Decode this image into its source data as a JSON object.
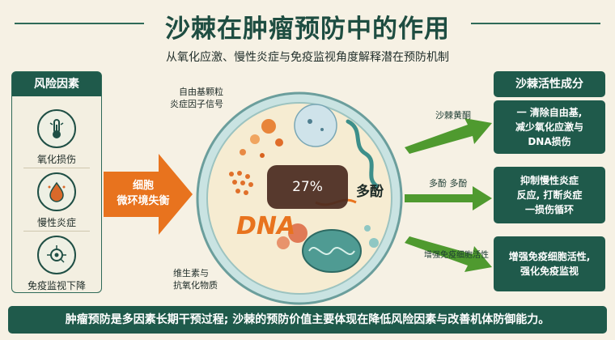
{
  "title": "沙棘在肿瘤预防中的作用",
  "subtitle": "从氧化应激、慢性炎症与免疫监视角度解释潜在预防机制",
  "left_panel": {
    "heading": "风险因素",
    "items": [
      {
        "label": "氧化损伤",
        "icon": "thermometer-icon"
      },
      {
        "label": "慢性炎症",
        "icon": "flame-drop-icon"
      },
      {
        "label": "免疫监视下降",
        "icon": "immune-cell-icon"
      }
    ]
  },
  "arrow_text": {
    "line1": "细胞",
    "line2": "微环境失衡"
  },
  "cell": {
    "annot_top_line1": "自由基颗粒",
    "annot_top_line2": "炎症因子信号",
    "annot_bottom_line1": "维生素与",
    "annot_bottom_line2": "抗氧化物质",
    "dna_text": "DNA",
    "badge": "27%",
    "side_mark": "多酚"
  },
  "arrows": [
    {
      "label": "沙棘黄酮"
    },
    {
      "label": "多酚  多酚"
    },
    {
      "label": "增强免疫细胞活性"
    }
  ],
  "right_panel": {
    "heading": "沙棘活性成分",
    "cards": [
      {
        "line1": "一 清除自由基,",
        "line2": "减少氧化应激与",
        "line3": "DNA损伤"
      },
      {
        "line1": "抑制慢性炎症",
        "line2": "反应, 打断炎症",
        "line3": "一损伤循环"
      },
      {
        "line1": "增强免疫细胞活性,",
        "line2": "强化免疫监视",
        "line3": ""
      }
    ]
  },
  "footer": "肿瘤预防是多因素长期干预过程; 沙棘的预防价值主要体现在降低风险因素与改善机体防御能力。",
  "colors": {
    "background": "#f6f1e4",
    "dark_green": "#1f5a4b",
    "orange": "#e8731e",
    "arrow_green": "#4f9a2f",
    "cell_blue": "#bfdfe0"
  }
}
